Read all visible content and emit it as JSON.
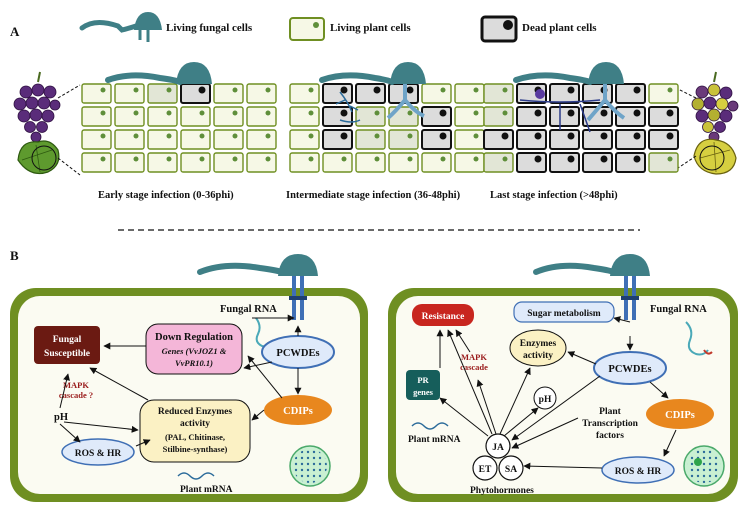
{
  "panel_a": {
    "letter": "A",
    "legend": {
      "fungal": "Living fungal cells",
      "living_plant": "Living plant cells",
      "dead_plant": "Dead plant cells"
    },
    "stages": {
      "early": "Early stage infection (0-36phi)",
      "intermediate": "Intermediate stage infection (36-48phi)",
      "last": "Last stage infection (>48phi)"
    }
  },
  "panel_b": {
    "letter": "B",
    "left": {
      "fungal_rna": "Fungal RNA",
      "fungal_susceptible_1": "Fungal",
      "fungal_susceptible_2": "Susceptible",
      "down_reg_title": "Down Regulation",
      "down_reg_genes_1": "Genes (VvJOZ1 &",
      "down_reg_genes_2": "VvPR10.1)",
      "pcwdes": "PCWDEs",
      "cdips": "CDIPs",
      "mapk_1": "MAPK",
      "mapk_2": "cascade ?",
      "ph": "pH",
      "reduced_1": "Reduced Enzymes",
      "reduced_2": "activity",
      "reduced_3": "(PAL, Chitinase,",
      "reduced_4": "Stilbine-synthase)",
      "ros_hr": "ROS & HR",
      "plant_mrna": "Plant mRNA"
    },
    "right": {
      "resistance": "Resistance",
      "sugar": "Sugar metabolism",
      "fungal_rna": "Fungal RNA",
      "enzymes_1": "Enzymes",
      "enzymes_2": "activity",
      "mapk_1": "MAPK",
      "mapk_2": "cascade",
      "pr_1": "PR",
      "pr_2": "genes",
      "pcwdes": "PCWDEs",
      "ph": "pH",
      "cdips": "CDIPs",
      "plant_tf_1": "Plant",
      "plant_tf_2": "Transcription",
      "plant_tf_3": "factors",
      "plant_mrna": "Plant mRNA",
      "ja": "JA",
      "et": "ET",
      "sa": "SA",
      "phytohormones": "Phytohormones",
      "ros_hr": "ROS & HR"
    }
  },
  "colors": {
    "cell_wall": "#6f8f22",
    "cell_fill": "#f6f8e6",
    "fungus": "#3f7f86",
    "red_box": "#c8261f",
    "dark_red": "#6b1a12",
    "orange": "#e8871e",
    "blue_node": "#3f6fb5",
    "pink": "#f4b6d8",
    "cream": "#fbf1c4",
    "teal_box": "#165e5b"
  }
}
